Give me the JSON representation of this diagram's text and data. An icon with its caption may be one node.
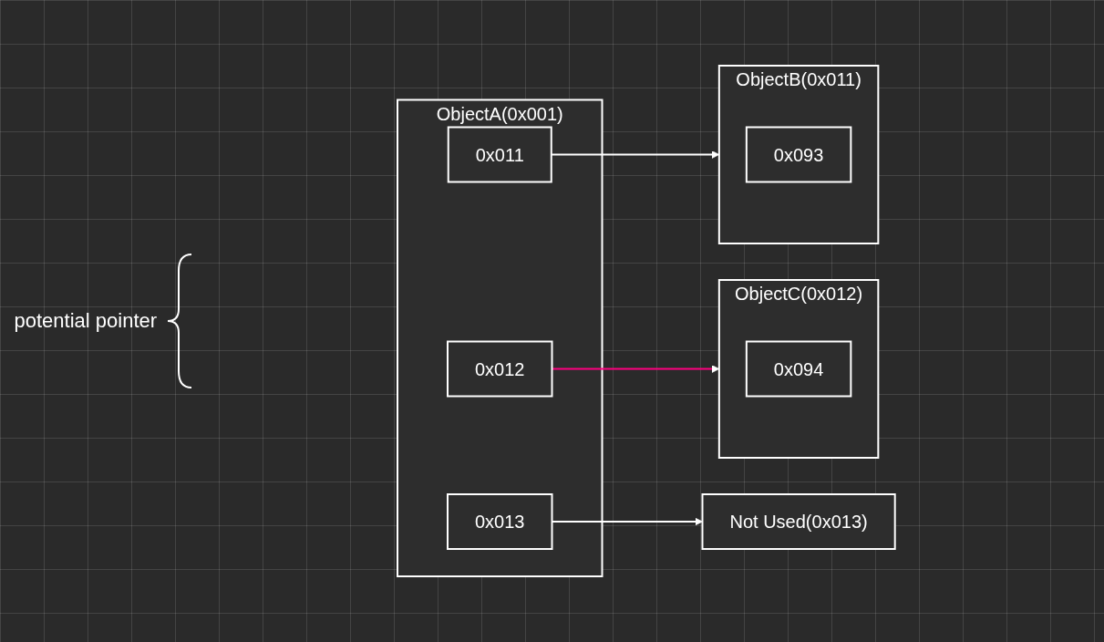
{
  "diagram": {
    "nodes": [
      {
        "text": [
          "ObjectA(0x001)"
        ]
      },
      {
        "text": [
          "0x011"
        ],
        "in": 0
      },
      {
        "text": [
          "0x012"
        ],
        "in": 0
      },
      {
        "text": [
          "0x013"
        ],
        "in": 0
      },
      {
        "text": [
          "ObjectB(0x011)"
        ]
      },
      {
        "text": [
          "0x093"
        ],
        "in": 4
      },
      {
        "text": [
          "ObjectC(0x012)"
        ]
      },
      {
        "text": [
          "0x094"
        ],
        "in": 6
      },
      {
        "text": [
          "Not Used(0x013)"
        ]
      }
    ],
    "edges": [
      {
        "from": 1,
        "to": 4,
        "arrow": "to"
      },
      {
        "from": 2,
        "to": 6,
        "arrow": "to",
        "color": "#ff0080"
      },
      {
        "from": 3,
        "to": 8,
        "arrow": "to"
      }
    ],
    "labels": [
      "potential pointer"
    ]
  }
}
